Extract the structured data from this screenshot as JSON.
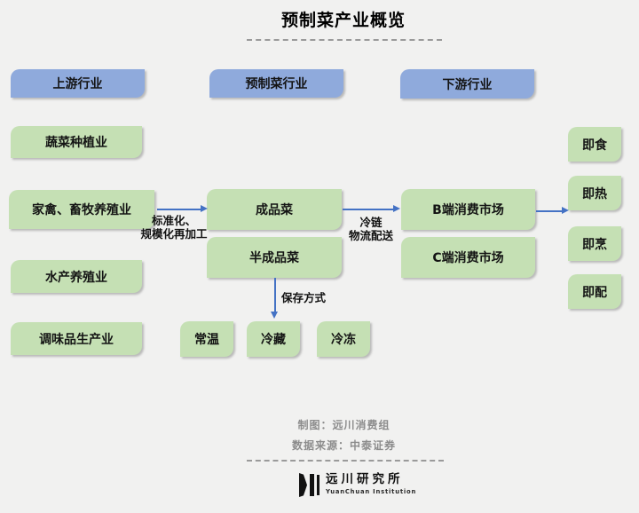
{
  "title": "预制菜产业概览",
  "headers": {
    "upstream": "上游行业",
    "prepared": "预制菜行业",
    "downstream": "下游行业"
  },
  "nodes": {
    "vegetable": "蔬菜种植业",
    "poultry": "家禽、畜牧养殖业",
    "aquaculture": "水产养殖业",
    "seasoning": "调味品生产业",
    "finished": "成品菜",
    "semi_finished": "半成品菜",
    "b_market": "B端消费市场",
    "c_market": "C端消费市场",
    "ready_eat": "即食",
    "ready_heat": "即热",
    "ready_cook": "即烹",
    "ready_assemble": "即配",
    "room_temp": "常温",
    "refrigerated": "冷藏",
    "frozen": "冷冻"
  },
  "arrow_labels": {
    "processing_line1": "标准化、",
    "processing_line2": "规模化再加工",
    "logistics_line1": "冷链",
    "logistics_line2": "物流配送",
    "storage": "保存方式"
  },
  "footer": {
    "credit": "制图：远川消费组",
    "source": "数据来源：中泰证券"
  },
  "logo": {
    "name": "远川研究所",
    "subtitle": "YuanChuan Institution"
  },
  "colors": {
    "header_fill": "#8FAADC",
    "node_fill": "#C5E0B4",
    "arrow": "#4472C4",
    "background": "#F1F1F0",
    "footer_text": "#8C8C8C"
  }
}
